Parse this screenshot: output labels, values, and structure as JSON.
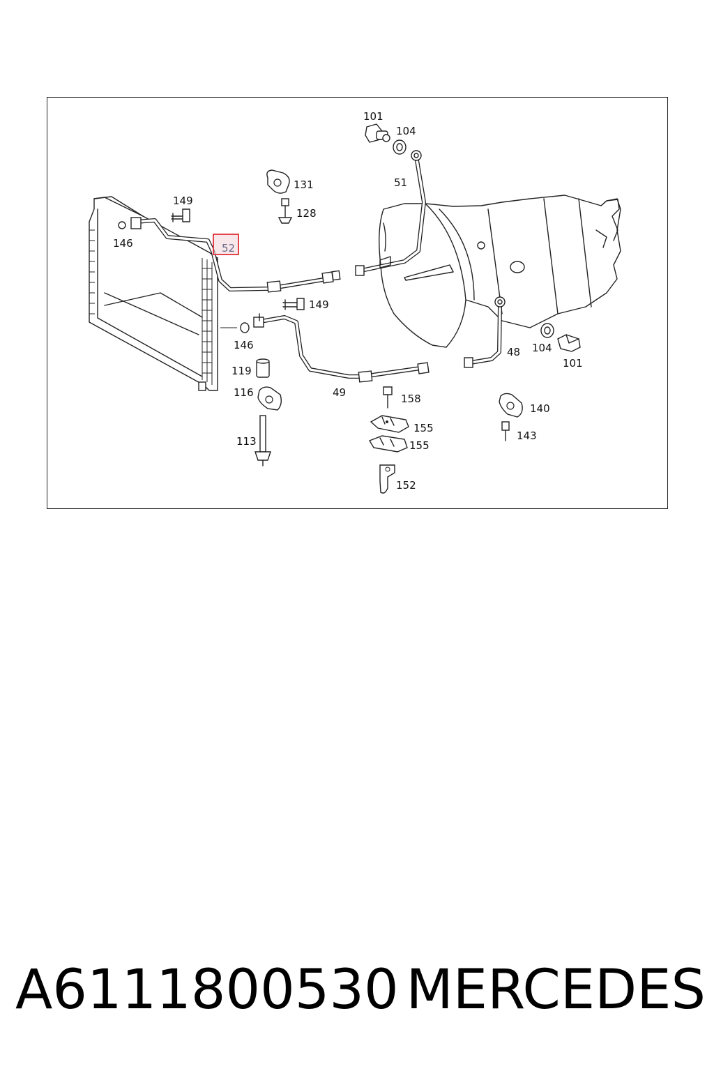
{
  "caption": {
    "part_number": "A6111800530",
    "brand": "MERCEDES"
  },
  "callouts": {
    "c101_top": "101",
    "c104_top": "104",
    "c131": "131",
    "c51": "51",
    "c149_top": "149",
    "c128": "128",
    "c146_top": "146",
    "c52": "52",
    "c149_mid": "149",
    "c146_mid": "146",
    "c119": "119",
    "c116": "116",
    "c49": "49",
    "c48": "48",
    "c104_right": "104",
    "c101_right": "101",
    "c158": "158",
    "c155_a": "155",
    "c155_b": "155",
    "c140": "140",
    "c143": "143",
    "c113": "113",
    "c152": "152"
  },
  "highlight": {
    "callout": "52",
    "color": "#e0303a"
  }
}
